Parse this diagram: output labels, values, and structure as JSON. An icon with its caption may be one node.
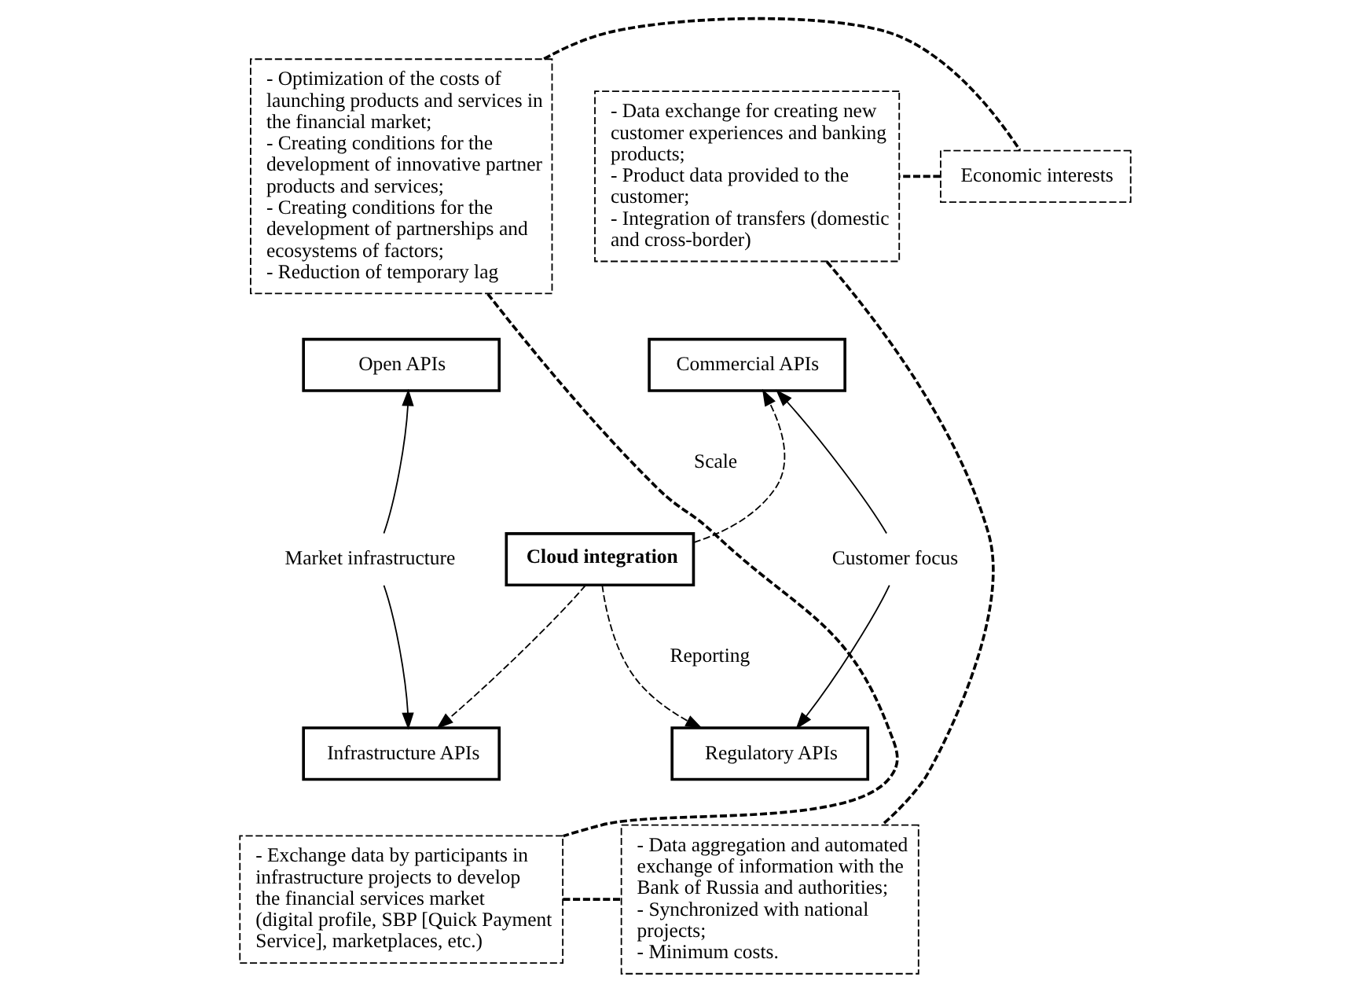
{
  "diagram": {
    "nodes": [
      {
        "text": [
          "- Optimization of the costs of launching products and services in the financial market;",
          "- Creating conditions for the development of innovative partner products and services;",
          "- Creating conditions for the development of partnerships and ecosystems of factors;",
          "- Reduction of temporary lag"
        ]
      },
      {
        "text": [
          "Economic interests"
        ]
      },
      {
        "text": [
          "- Data exchange for creating new customer experiences and banking products;",
          "- Product data provided to the customer;",
          "- Integration of transfers (domestic and cross-border)"
        ]
      },
      {
        "text": [
          "Open APIs"
        ]
      },
      {
        "text": [
          "Commercial APIs"
        ]
      },
      {
        "text": [
          "Market infrastructure"
        ]
      },
      {
        "text": [
          "Cloud integration"
        ]
      },
      {
        "text": [
          "Customer focus"
        ]
      },
      {
        "text": [
          "Infrastructure APIs"
        ]
      },
      {
        "text": [
          "Regulatory APIs"
        ]
      },
      {
        "text": [
          "- Exchange data by participants in infrastructure projects to develop the financial services market (digital profile, SBP [Quick Payment Service], marketplaces, etc.)"
        ]
      },
      {
        "text": [
          "- Data aggregation and automated exchange of information with the Bank of Russia and authorities;",
          "- Synchronized with national projects;",
          "- Minimum costs."
        ]
      }
    ],
    "edges": [
      {
        "from": 0,
        "to": 1,
        "arrow": "none",
        "style": "dashed"
      },
      {
        "from": 1,
        "to": 2,
        "arrow": "none",
        "style": "dashed"
      },
      {
        "from": 5,
        "to": 3,
        "arrow": "to"
      },
      {
        "from": 5,
        "to": 8,
        "arrow": "to"
      },
      {
        "from": 6,
        "to": 4,
        "arrow": "to",
        "style": "dashed"
      },
      {
        "from": 6,
        "to": 8,
        "arrow": "to",
        "style": "dashed"
      },
      {
        "from": 6,
        "to": 9,
        "arrow": "to",
        "style": "dashed"
      },
      {
        "from": 7,
        "to": 4,
        "arrow": "to"
      },
      {
        "from": 7,
        "to": 9,
        "arrow": "to"
      },
      {
        "from": 0,
        "to": 10,
        "arrow": "none",
        "style": "dashed"
      },
      {
        "from": 2,
        "to": 11,
        "arrow": "none",
        "style": "dashed"
      },
      {
        "from": 10,
        "to": 11,
        "arrow": "none",
        "style": "dashed"
      }
    ],
    "labels": [
      "Scale",
      "Reporting"
    ]
  }
}
